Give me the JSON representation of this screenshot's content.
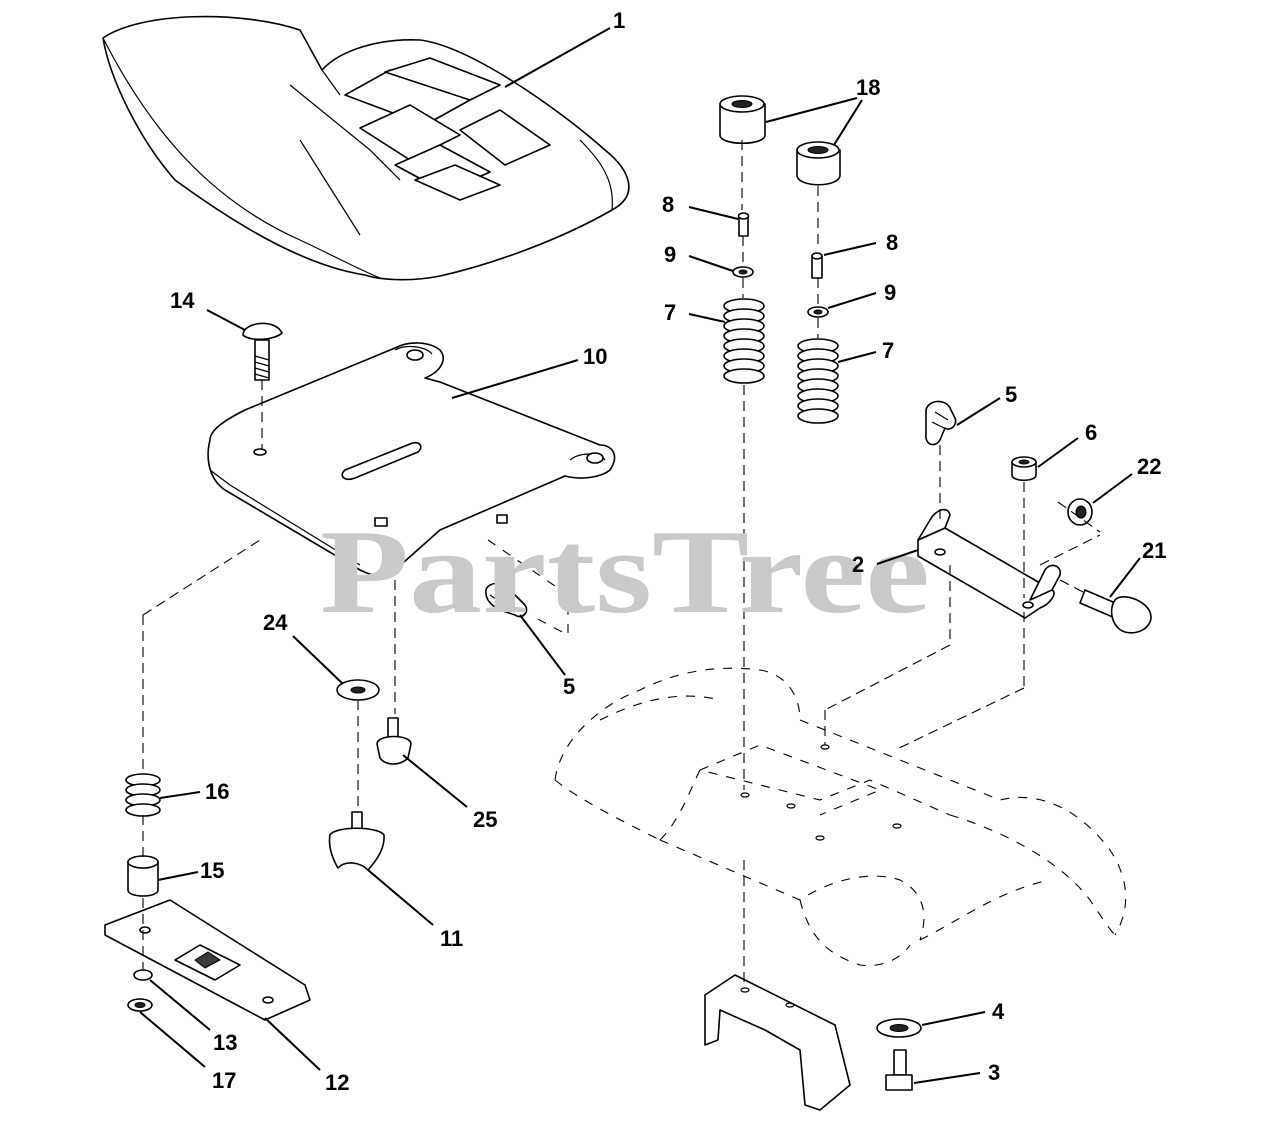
{
  "watermark": "PartsTree",
  "callouts": [
    {
      "id": "c1",
      "text": "1"
    },
    {
      "id": "c18",
      "text": "18"
    },
    {
      "id": "c8a",
      "text": "8"
    },
    {
      "id": "c8b",
      "text": "8"
    },
    {
      "id": "c9a",
      "text": "9"
    },
    {
      "id": "c9b",
      "text": "9"
    },
    {
      "id": "c7a",
      "text": "7"
    },
    {
      "id": "c7b",
      "text": "7"
    },
    {
      "id": "c14",
      "text": "14"
    },
    {
      "id": "c10",
      "text": "10"
    },
    {
      "id": "c5a",
      "text": "5"
    },
    {
      "id": "c6",
      "text": "6"
    },
    {
      "id": "c22",
      "text": "22"
    },
    {
      "id": "c21",
      "text": "21"
    },
    {
      "id": "c2",
      "text": "2"
    },
    {
      "id": "c24",
      "text": "24"
    },
    {
      "id": "c5b",
      "text": "5"
    },
    {
      "id": "c25",
      "text": "25"
    },
    {
      "id": "c16",
      "text": "16"
    },
    {
      "id": "c15",
      "text": "15"
    },
    {
      "id": "c11",
      "text": "11"
    },
    {
      "id": "c13",
      "text": "13"
    },
    {
      "id": "c12",
      "text": "12"
    },
    {
      "id": "c17",
      "text": "17"
    },
    {
      "id": "c4",
      "text": "4"
    },
    {
      "id": "c3",
      "text": "3"
    }
  ]
}
